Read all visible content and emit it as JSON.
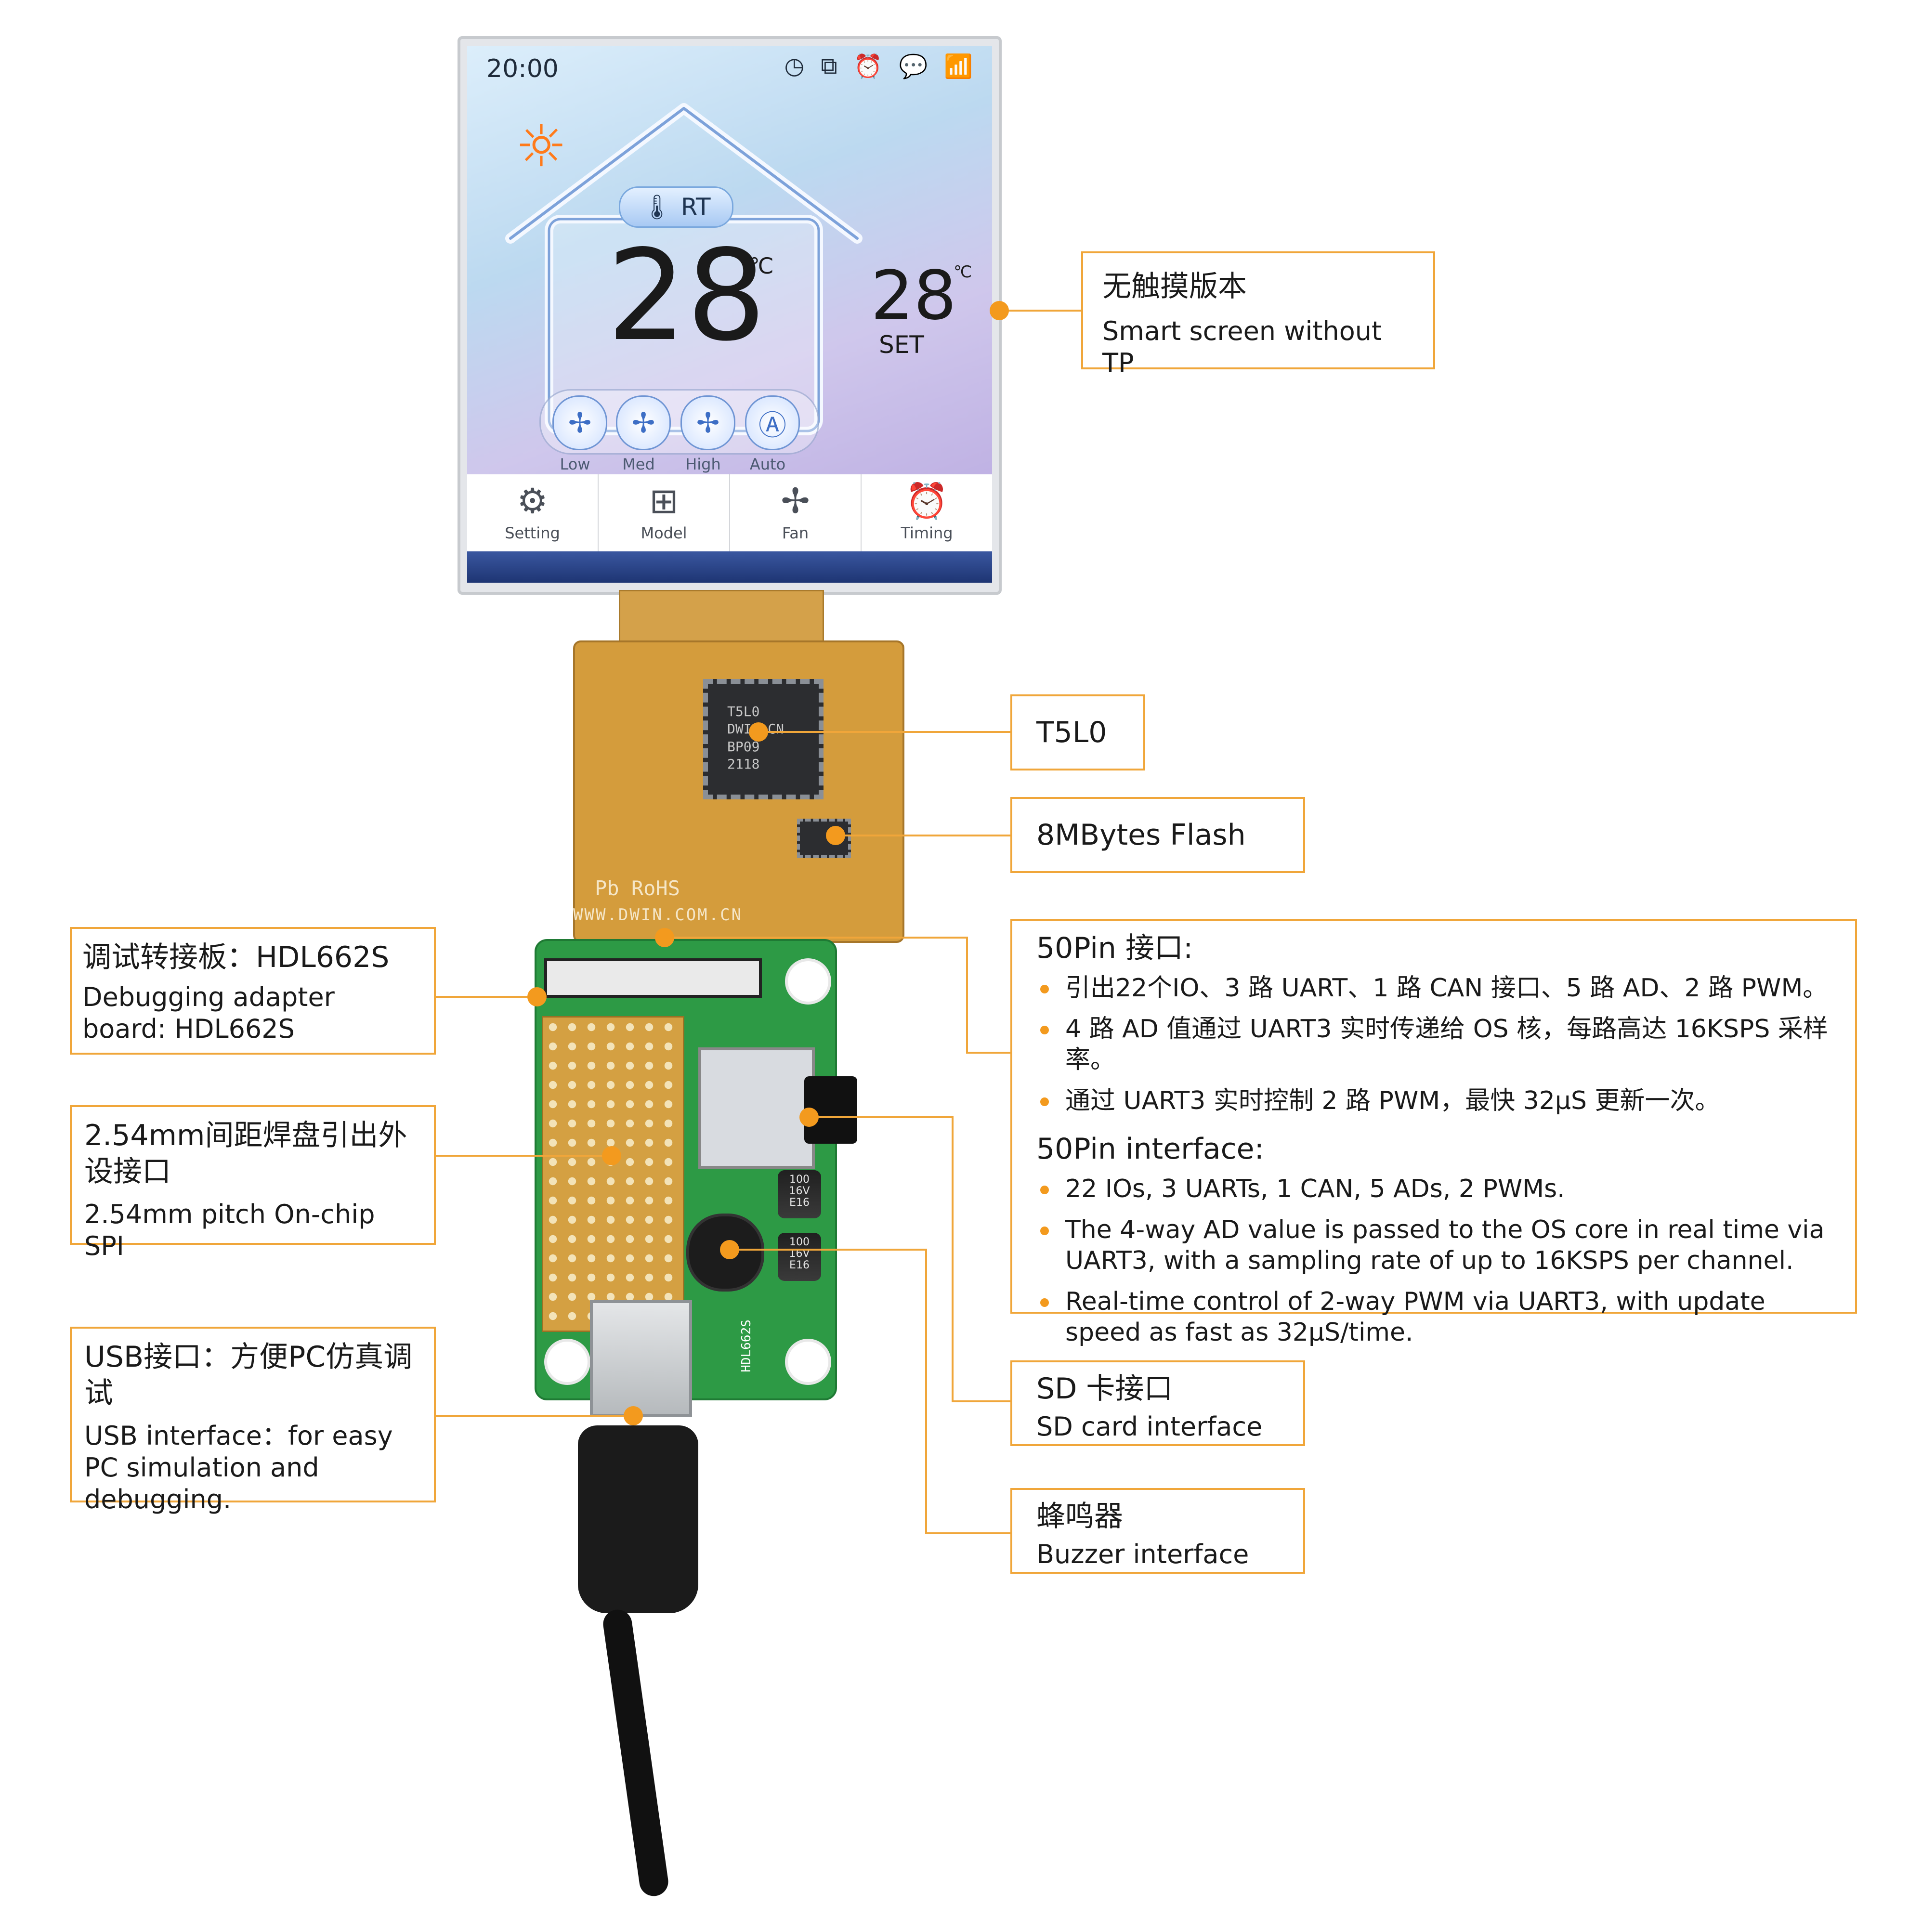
{
  "screen": {
    "status_time": "20:00",
    "status_icons": [
      "clock-icon",
      "window-icon",
      "alarm-icon",
      "chat-icon",
      "wifi-icon"
    ],
    "rt_label": "RT",
    "room_temp": "28",
    "unit": "℃",
    "set_temp": "28",
    "set_label": "SET",
    "fan_modes": [
      "Low",
      "Med",
      "High",
      "Auto"
    ],
    "nav": [
      {
        "label": "Setting",
        "icon": "gear-icon"
      },
      {
        "label": "Model",
        "icon": "grid-icon"
      },
      {
        "label": "Fan",
        "icon": "fan-icon"
      },
      {
        "label": "Timing",
        "icon": "alarm-icon"
      }
    ]
  },
  "board": {
    "chip_text": [
      "T5L0",
      "DWIN CN",
      "BP09",
      "2118"
    ],
    "rohs": "Pb RoHS",
    "url": "WWW.DWIN.COM.CN",
    "adapter_label": "HDL662S",
    "cap1": [
      "100",
      "16V",
      "E16"
    ],
    "cap2": [
      "100",
      "16V",
      "E16"
    ]
  },
  "callouts": {
    "no_touch": {
      "title": "无触摸版本",
      "sub": "Smart screen without TP"
    },
    "t5l0": {
      "title": "T5L0"
    },
    "flash": {
      "title": "8MBytes Flash"
    },
    "pins": {
      "title_cn": "50Pin 接口:",
      "items_cn": [
        "引出22个IO、3 路 UART、1 路 CAN 接口、5 路 AD、2 路 PWM。",
        "4 路 AD 值通过 UART3 实时传递给 OS 核，每路高达 16KSPS 采样率。",
        "通过 UART3 实时控制 2 路 PWM，最快 32μS 更新一次。"
      ],
      "title_en": "50Pin interface:",
      "items_en": [
        "22 IOs, 3 UARTs, 1 CAN, 5 ADs, 2 PWMs.",
        "The 4-way AD value is passed to the OS core in real time via UART3, with a sampling rate of up to 16KSPS per channel.",
        "Real-time control of 2-way PWM via UART3, with update speed as fast as 32μS/time."
      ]
    },
    "adapter": {
      "title": "调试转接板：HDL662S",
      "sub": "Debugging adapter board: HDL662S"
    },
    "pads": {
      "title": "2.54mm间距焊盘引出外设接口",
      "sub": "2.54mm pitch On-chip SPI"
    },
    "usb": {
      "title": "USB接口：方便PC仿真调试",
      "sub": "USB interface：for easy PC simulation and debugging."
    },
    "sd": {
      "title": "SD 卡接口",
      "sub": "SD card interface"
    },
    "buzzer": {
      "title": "蜂鸣器",
      "sub": "Buzzer interface"
    }
  },
  "colors": {
    "accent": "#F39A1E",
    "callout_border": "#F0A63A",
    "pcb_green": "#2D9A45",
    "fpc_orange": "#D49C3C"
  }
}
